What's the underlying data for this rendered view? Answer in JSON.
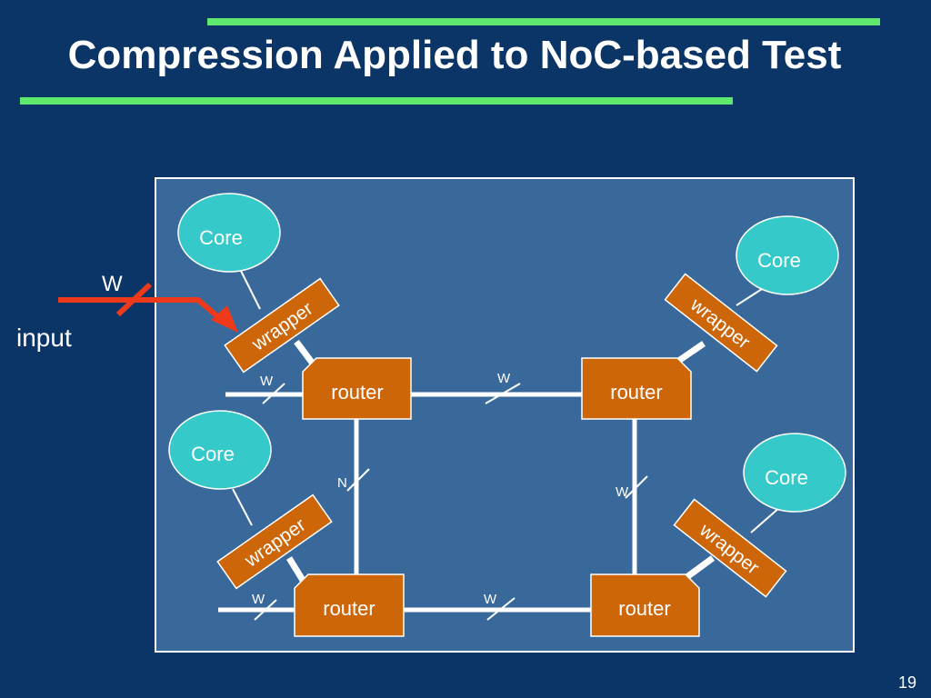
{
  "slide": {
    "title": "Compression Applied to NoC-based Test",
    "page_number": "19"
  },
  "diagram": {
    "input_label": "input",
    "input_width_label": "W",
    "cores": [
      "Core",
      "Core",
      "Core",
      "Core"
    ],
    "wrappers": [
      "wrapper",
      "wrapper",
      "wrapper",
      "wrapper"
    ],
    "routers": [
      "router",
      "router",
      "router",
      "router"
    ],
    "link_labels": {
      "top_left": "W",
      "top_middle": "W",
      "bottom_left": "W",
      "bottom_middle": "W",
      "left_vertical": "N",
      "right_vertical": "W"
    },
    "colors": {
      "background": "#0b3566",
      "panel": "#39699b",
      "core": "#35c9c9",
      "wrapper_router": "#cc6608",
      "accent_bar": "#5ee86e",
      "input_arrow": "#ee3a1a",
      "link": "#ffffff"
    }
  }
}
